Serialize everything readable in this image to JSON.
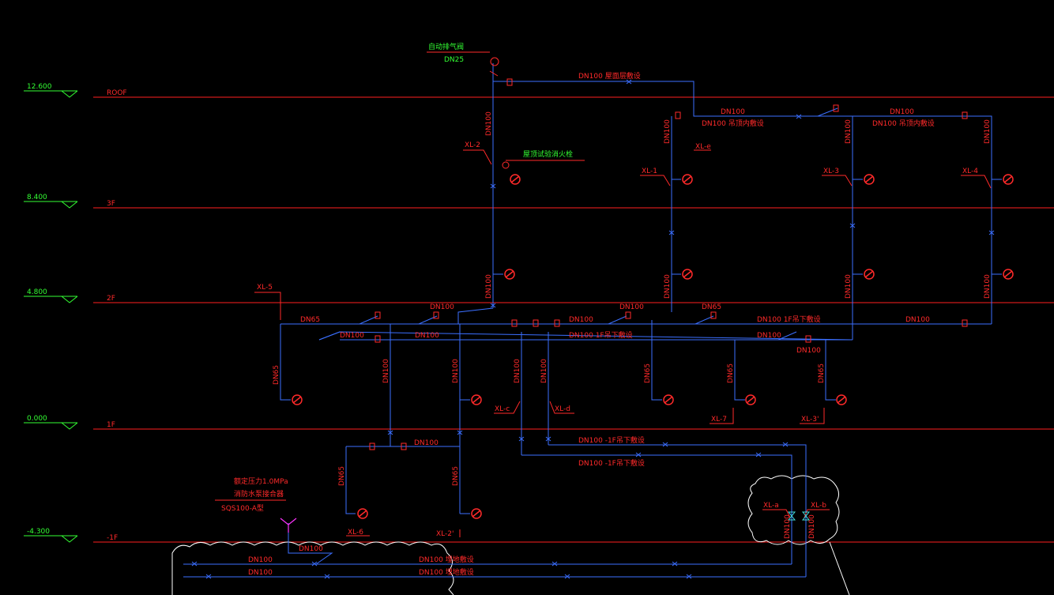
{
  "colors": {
    "background": "#000000",
    "pipe": "#3b6fff",
    "floor_line": "#ff2020",
    "label": "#ff2a2a",
    "elevation": "#33ff33",
    "cloud": "#ffffff"
  },
  "levels": [
    {
      "elev": "12.600",
      "name": "ROOF"
    },
    {
      "elev": "8.400",
      "name": "3F"
    },
    {
      "elev": "4.800",
      "name": "2F"
    },
    {
      "elev": "0.000",
      "name": "1F"
    },
    {
      "elev": "-4.300",
      "name": "-1F"
    }
  ],
  "top_valve": {
    "label": "自动排气阀",
    "size": "DN25"
  },
  "test_hydrant_label": "屋顶试验消火栓",
  "pump_adapter": {
    "line1": "额定压力1.0MPa",
    "line2": "消防水泵接合器",
    "line3": "SQS100-A型"
  },
  "risers": {
    "xl2": "XL-2",
    "xle": "XL-e",
    "xl1": "XL-1",
    "xl3": "XL-3",
    "xl4": "XL-4",
    "xl5": "XL-5",
    "xlc": "XL-c",
    "xld": "XL-d",
    "xl7": "XL-7",
    "xl3p": "XL-3'",
    "xl6": "XL-6",
    "xl2p": "XL-2'",
    "xla": "XL-a",
    "xlb": "XL-b"
  },
  "pipe_labels": {
    "roof_main": "DN100 屋面层敷设",
    "dn100": "DN100",
    "dn65": "DN65",
    "roof_sub1": "DN100 吊顶内敷设",
    "roof_sub2": "DN100 吊顶内敷设",
    "f1_ceiling_a": "DN100 1F吊下敷设",
    "f1_ceiling_b": "DN100 1F吊下敷设",
    "b1_a": "DN100 -1F吊下敷设",
    "b1_b": "DN100 -1F吊下敷设",
    "bottom_a": "DN100 埋地敷设",
    "bottom_b": "DN100 埋地敷设"
  }
}
